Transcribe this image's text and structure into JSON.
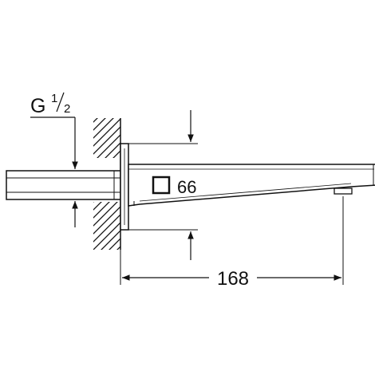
{
  "drawing": {
    "thread_label": {
      "letter": "G",
      "numerator": "1",
      "denominator": "2"
    },
    "square_dimension": "66",
    "length_dimension": "168"
  },
  "colors": {
    "stroke": "#111111",
    "background": "#ffffff"
  }
}
